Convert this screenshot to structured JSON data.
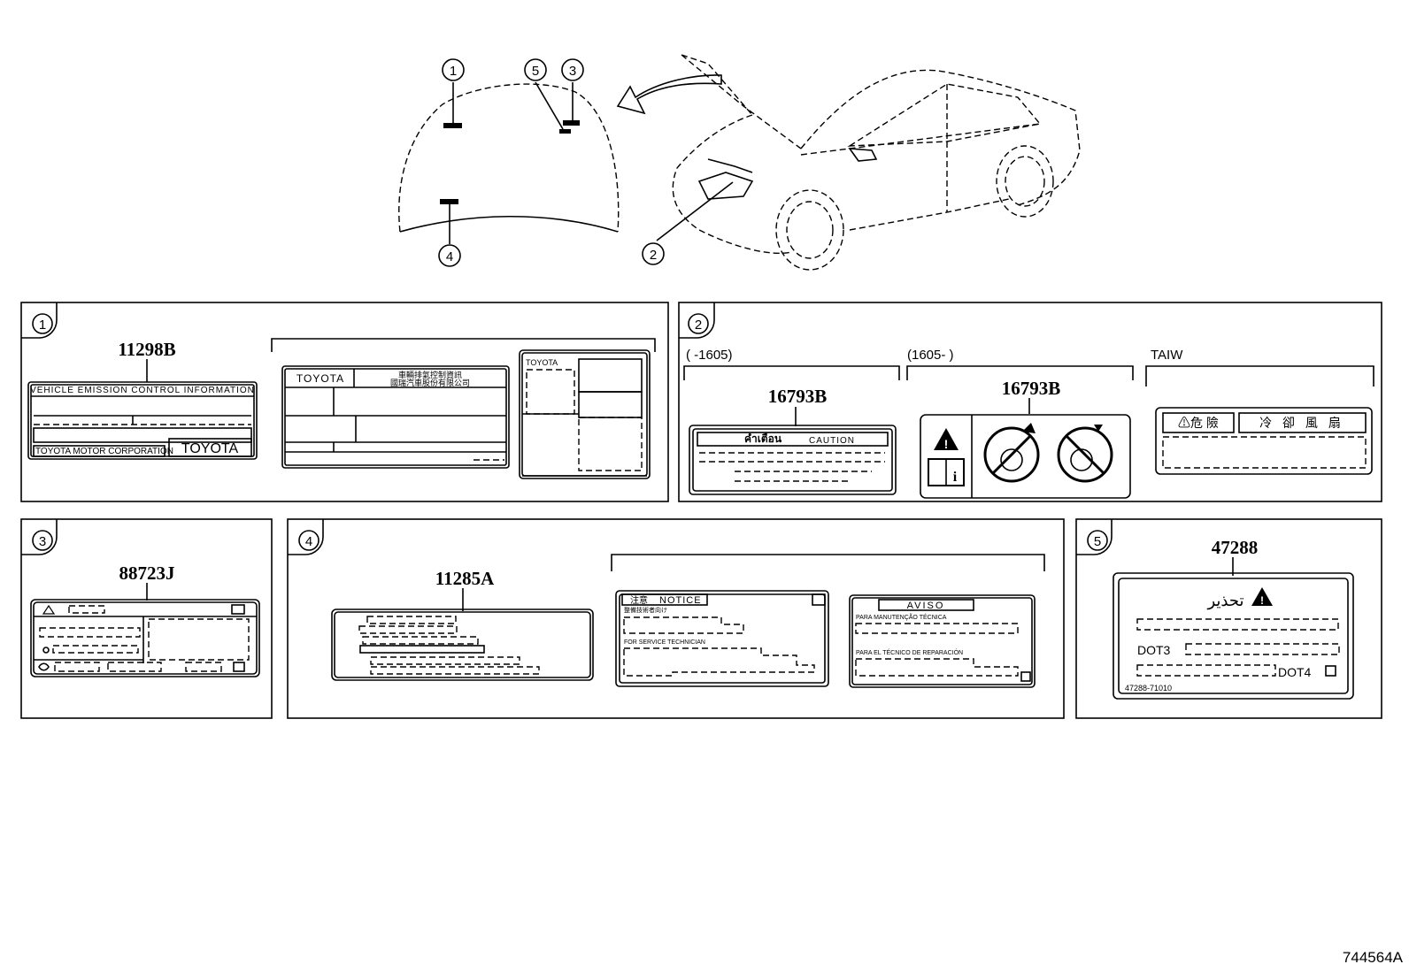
{
  "callouts": {
    "c1": "1",
    "c2": "2",
    "c3": "3",
    "c4": "4",
    "c5": "5"
  },
  "panel1": {
    "num": "1",
    "part": "11298B",
    "emission_header": "VEHICLE EMISSION CONTROL INFORMATION",
    "emission_footer": "TOYOTA MOTOR CORPORATION",
    "emission_brand": "TOYOTA",
    "label2_brand": "TOYOTA",
    "label2_zh1": "車輛排氣控制資訊",
    "label2_zh2": "國瑞汽車股份有限公司",
    "label3_brand": "TOYOTA"
  },
  "panel2": {
    "num": "2",
    "range1": "(        -1605)",
    "range2": "(1605-        )",
    "range3": "TAIW",
    "part_a": "16793B",
    "part_b": "16793B",
    "thai": "คำเตือน",
    "caution": "CAUTION",
    "taiw_danger": "⚠危 險",
    "taiw_fan": "冷 卻 風 扇"
  },
  "panel3": {
    "num": "3",
    "part": "88723J"
  },
  "panel4": {
    "num": "4",
    "part": "11285A",
    "notice": "NOTICE",
    "notice_jp": "注意",
    "notice_line1": "整備技術者向け",
    "notice_line2": "FOR SERVICE TECHNICIAN",
    "aviso": "AVISO",
    "aviso_line1": "PARA MANUTENÇÃO TÉCNICA",
    "aviso_line2": "PARA EL TÉCNICO DE REPARACIÓN"
  },
  "panel5": {
    "num": "5",
    "part": "47288",
    "arabic": "تحذير",
    "dot3": "DOT3",
    "dot4": "DOT4",
    "code": "47288-71010"
  },
  "diagram_id": "744564A"
}
